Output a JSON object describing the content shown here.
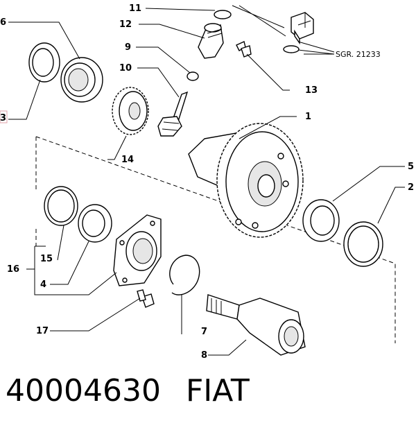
{
  "labels": {
    "p1": "1",
    "p2": "2",
    "p3": "3",
    "p4": "4",
    "p5": "5",
    "p6": "6",
    "p7": "7",
    "p8": "8",
    "p9": "9",
    "p10": "10",
    "p11": "11",
    "p12": "12",
    "p13": "13",
    "p14": "14",
    "p15": "15",
    "p16": "16",
    "p17": "17"
  },
  "note": "SGR. 21233",
  "caption": {
    "part_number": "40004630",
    "brand": "FIAT"
  },
  "colors": {
    "ink": "#000000",
    "highlight_box": "#e0a0a8"
  }
}
